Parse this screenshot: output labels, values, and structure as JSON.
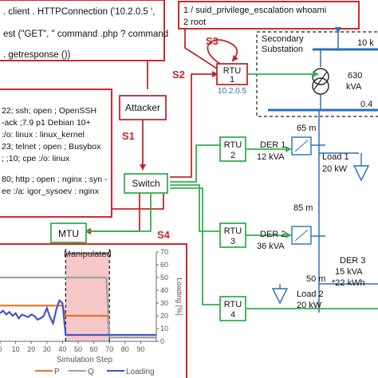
{
  "code_box": {
    "line1": ". client . HTTPConnection ('10.2.0.5 ',",
    "line2": "est (\"GET\", \" command .php ? command",
    "line3": ". getresponse ())"
  },
  "exploit_box": {
    "line1": "1 / suid_privilege_escalation whoami",
    "line2": "2 root"
  },
  "scan_box": {
    "lines": [
      "22; ssh; open ; OpenSSH",
      "-ack ;7.9 p1 Debian 10+",
      ":/o: linux : linux_kernel",
      "23; telnet ; open ; Busybox",
      "; ;10; cpe :/o: linux",
      "",
      "80; http ; open ; nginx ; syn -",
      "ee :/a: igor_sysoev : nginx"
    ]
  },
  "attack_steps": {
    "s1": "S1",
    "s2": "S2",
    "s3": "S3",
    "s4": "S4"
  },
  "nodes": {
    "attacker": "Attacker",
    "switch": "Switch",
    "mtu": "MTU",
    "rtu1_line1": "RTU",
    "rtu1_line2": "1",
    "rtu1_ip": "10.2.0.5",
    "rtu2_line1": "RTU",
    "rtu2_line2": "2",
    "rtu3_line1": "RTU",
    "rtu3_line2": "3",
    "rtu4_line1": "RTU",
    "rtu4_line2": "4"
  },
  "substation": {
    "title_line1": "Secondary",
    "title_line2": "Substation",
    "voltage_top": "10 k",
    "voltage_bottom": "0.4",
    "transformer_rating_line1": "630",
    "transformer_rating_line2": "kVA"
  },
  "grid": {
    "cable1": "65 m",
    "cable2": "85 m",
    "cable3": "50 m",
    "der1_line1": "DER 1",
    "der1_line2": "12 kVA",
    "der2_line1": "DER 2",
    "der2_line2": "36 kVA",
    "der3_line1": "DER 3",
    "der3_line2": "15 kVA",
    "der3_line3": "*22 kWh",
    "load1_line1": "Load 1",
    "load1_line2": "20 kW",
    "load2_line1": "Load 2",
    "load2_line2": "20 kW"
  },
  "chart_data": {
    "type": "line",
    "annotation": "Manipulated",
    "manipulated_range": [
      42,
      70
    ],
    "xlabel": "Simulation Step",
    "ylabel_right": "Loading [%]",
    "xlim": [
      0,
      100
    ],
    "ylim_right": [
      0,
      70
    ],
    "x_ticks": [
      0,
      10,
      20,
      30,
      40,
      50,
      60,
      70,
      80,
      90
    ],
    "y_ticks_right": [
      0,
      10,
      20,
      30,
      40,
      50,
      60,
      70
    ],
    "legend": [
      "P",
      "Q",
      "Loading"
    ],
    "colors": {
      "p": "#e8731f",
      "q": "#a0a0a0",
      "loading": "#4454c8",
      "shade": "#f7c8c8"
    },
    "series": [
      {
        "name": "P",
        "x": [
          0,
          5,
          10,
          15,
          20,
          25,
          30,
          35,
          40,
          42,
          45,
          50,
          55,
          60,
          65,
          69,
          70,
          75,
          80,
          85,
          90,
          95,
          100
        ],
        "y": [
          28,
          28,
          28,
          28,
          28,
          28,
          28,
          28,
          28,
          20,
          20,
          20,
          20,
          20,
          20,
          20,
          3,
          3,
          3,
          3,
          3,
          3,
          3
        ]
      },
      {
        "name": "Q",
        "x": [
          0,
          10,
          20,
          30,
          40,
          42,
          45,
          50,
          55,
          60,
          65,
          68,
          70,
          75,
          80,
          90,
          100
        ],
        "y": [
          50,
          50,
          50,
          50,
          50,
          50,
          50,
          50,
          50,
          50,
          50,
          50,
          3,
          3,
          3,
          3,
          3
        ]
      },
      {
        "name": "Loading",
        "x": [
          0,
          2,
          4,
          6,
          8,
          10,
          12,
          14,
          16,
          18,
          20,
          22,
          24,
          26,
          28,
          30,
          32,
          34,
          36,
          38,
          40,
          42,
          45,
          50,
          55,
          60,
          65,
          69,
          70,
          75,
          80,
          85,
          90,
          95,
          100
        ],
        "y": [
          22,
          24,
          21,
          23,
          20,
          22,
          18,
          21,
          20,
          19,
          21,
          20,
          17,
          18,
          20,
          26,
          19,
          14,
          25,
          32,
          30,
          5,
          5,
          5,
          5,
          5,
          5,
          5,
          5,
          5,
          5,
          5,
          5,
          5,
          5
        ]
      }
    ]
  }
}
